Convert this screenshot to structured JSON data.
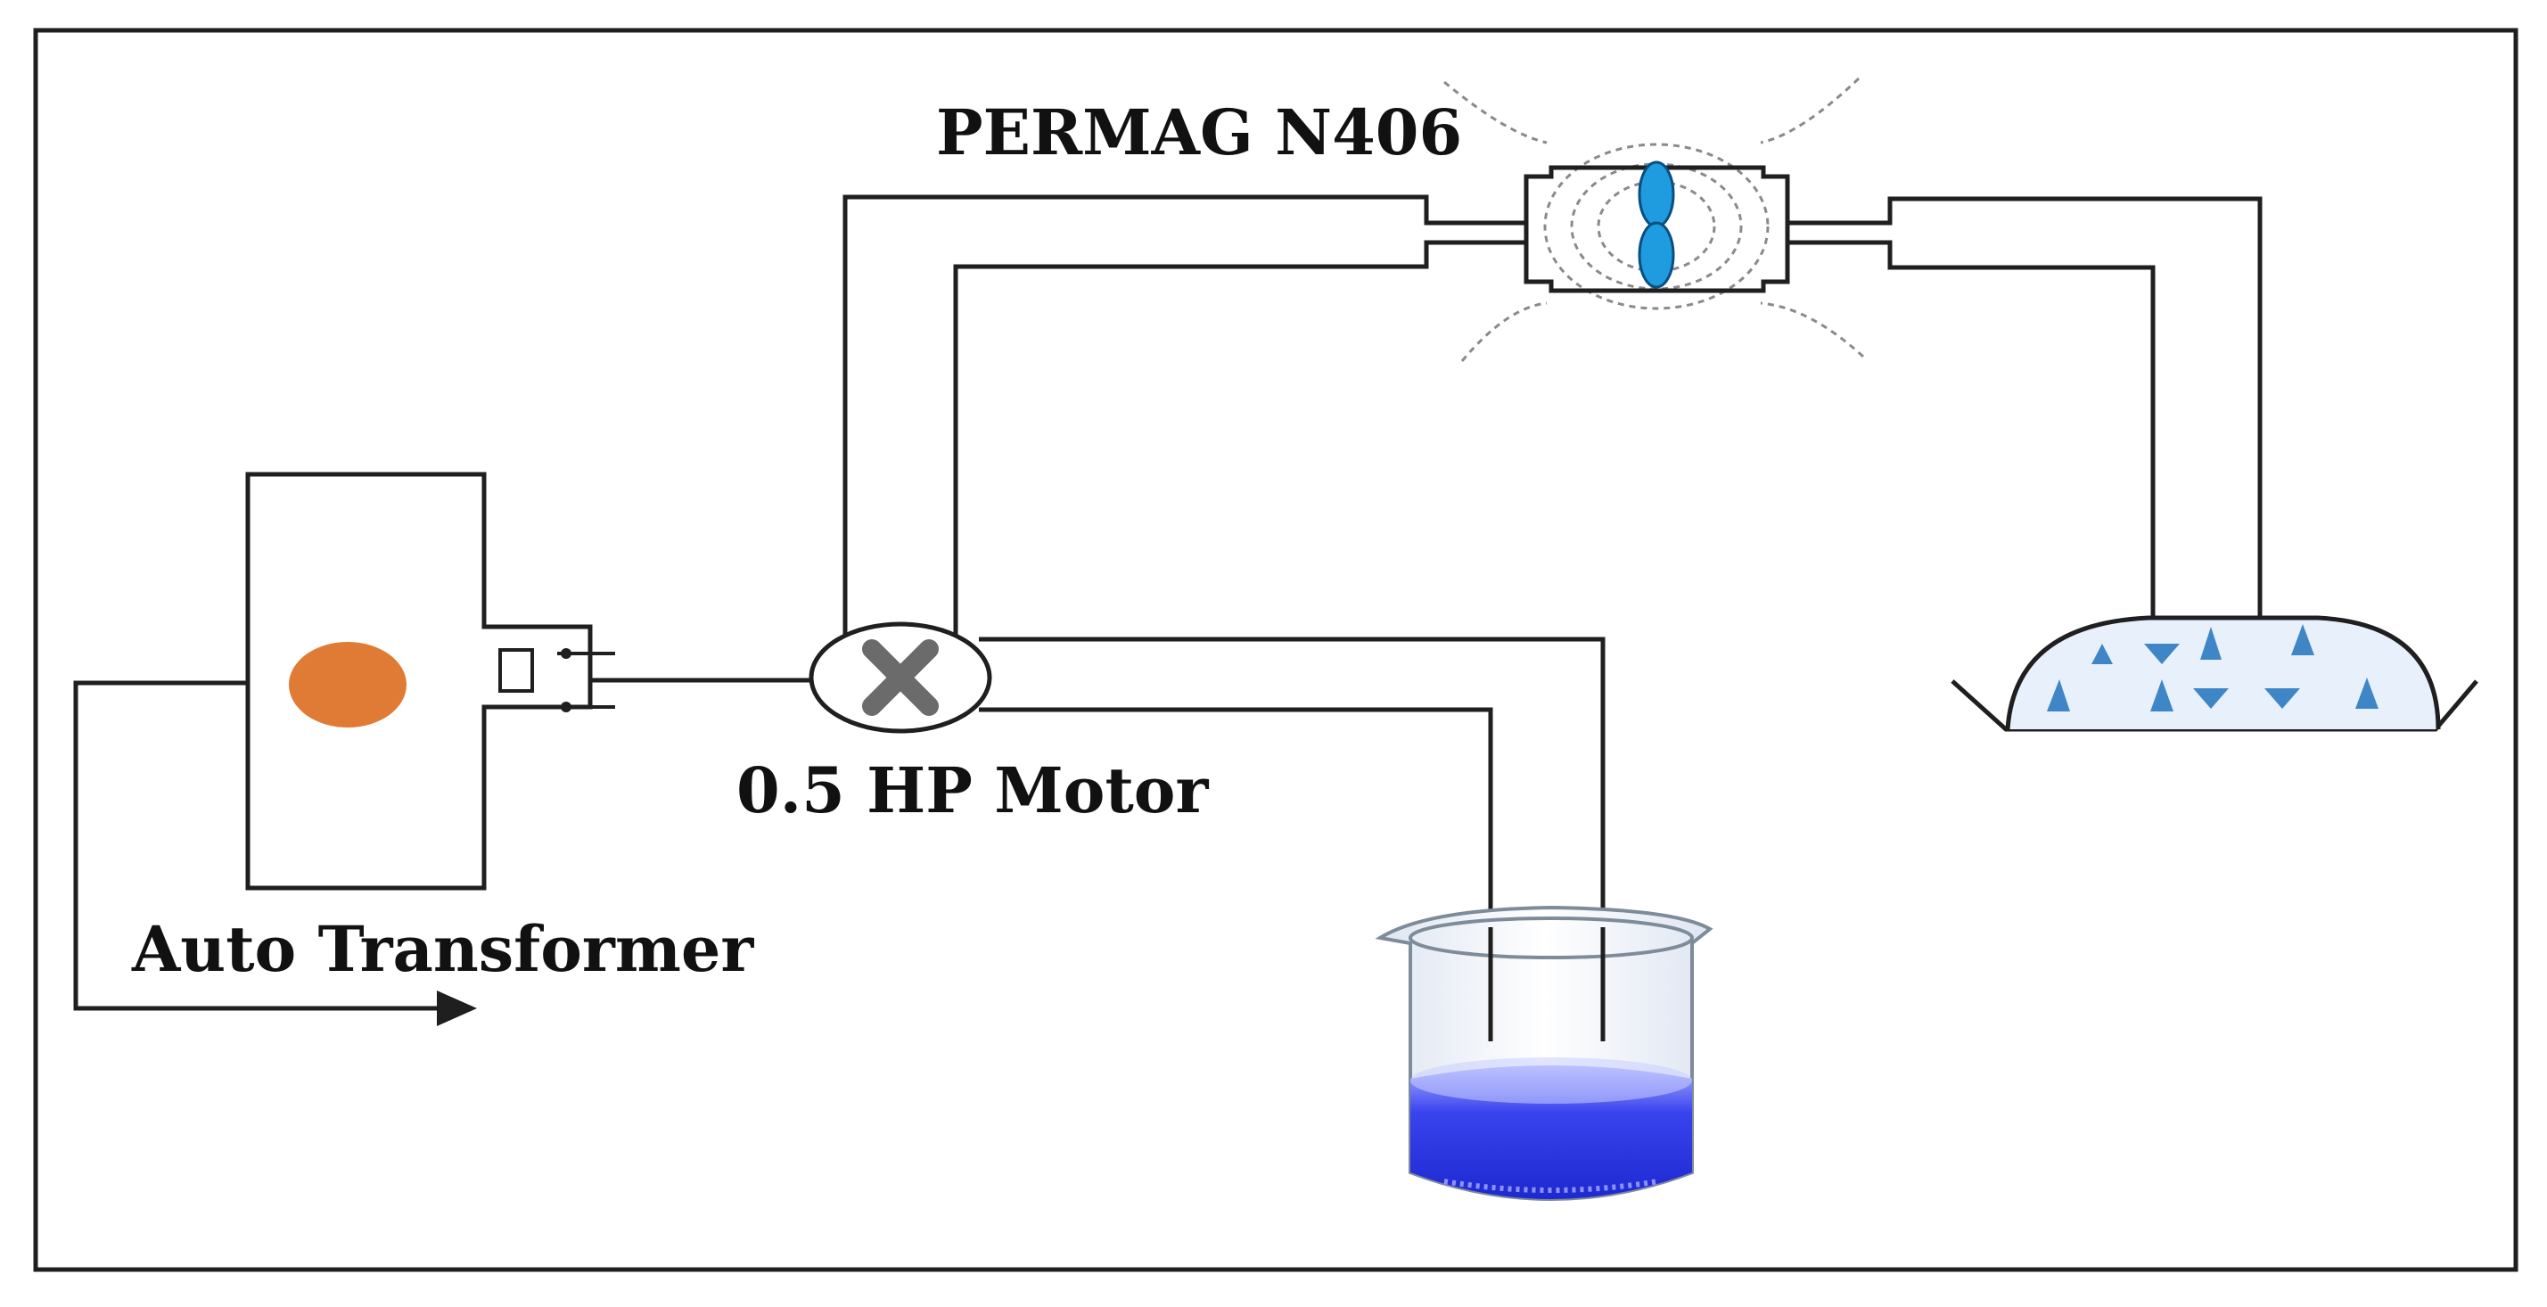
{
  "labels": {
    "magnet": "PERMAG N406",
    "motor": "0.5 HP Motor",
    "transformer": "Auto Transformer"
  },
  "colors": {
    "line": "#1f1f1f",
    "indicator": "#e07b35",
    "magnet_core": "#1f9be0",
    "water": "#2a36e6",
    "water_light": "#9aa2ff",
    "droplet": "#3f86c7",
    "motor_x": "#6b6b6b"
  },
  "icons": {
    "transformer": "auto-transformer-icon",
    "motor": "motor-icon",
    "magnet": "magnet-icon",
    "beaker": "beaker-icon",
    "sprayer": "spray-tray-icon"
  }
}
